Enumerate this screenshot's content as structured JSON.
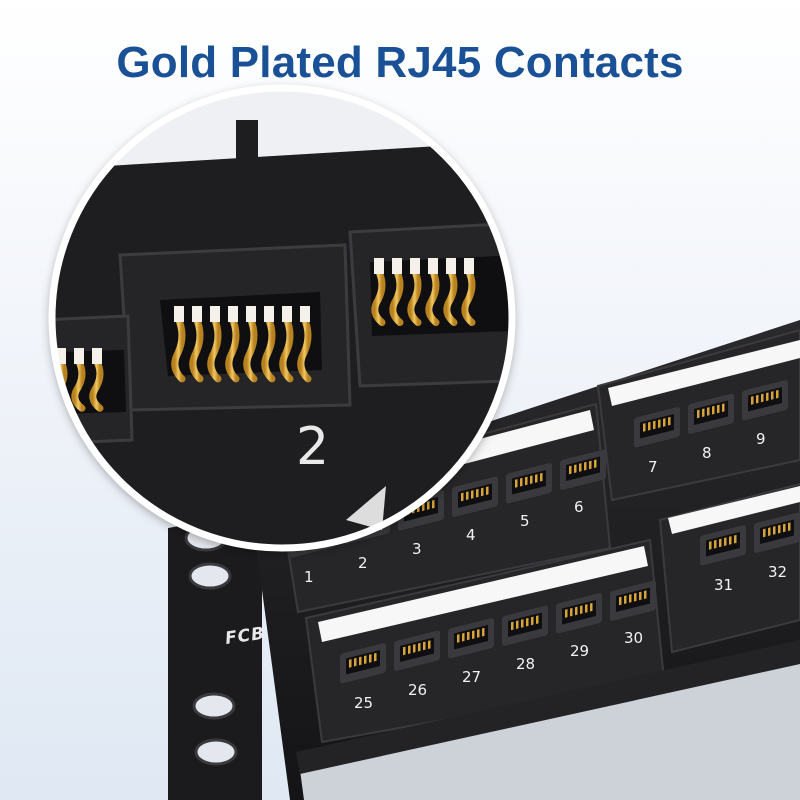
{
  "headline": {
    "text": "Gold Plated RJ45 Contacts",
    "color": "#1a5196"
  },
  "brand": "FCB",
  "zoom": {
    "port_label": "2"
  },
  "panel": {
    "top_row_left": [
      "1",
      "2",
      "3",
      "4",
      "5",
      "6"
    ],
    "top_row_right": [
      "7",
      "8",
      "9"
    ],
    "bottom_row_left": [
      "25",
      "26",
      "27",
      "28",
      "29",
      "30"
    ],
    "bottom_row_right": [
      "31",
      "32"
    ]
  },
  "colors": {
    "panel_black": "#1c1c1e",
    "contact_gold": "#d9a437",
    "label_white": "#f7f7f7"
  }
}
